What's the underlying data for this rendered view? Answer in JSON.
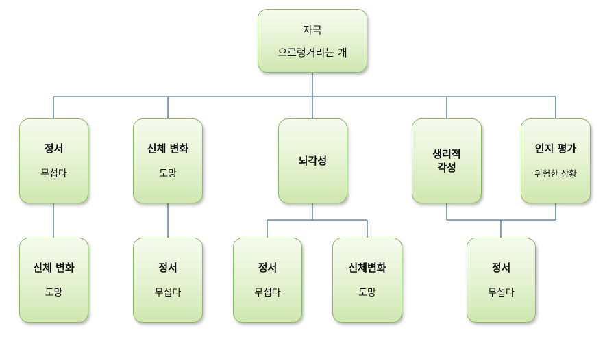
{
  "diagram": {
    "root": {
      "title": "자극",
      "subtitle": "으르렁거리는 개"
    },
    "n1": {
      "title": "정서",
      "subtitle": "무섭다"
    },
    "n2": {
      "title": "신체 변화",
      "subtitle": "도망"
    },
    "n3": {
      "title": "뇌각성"
    },
    "n4": {
      "title": "생리적\n각성"
    },
    "n5": {
      "title": "인지 평가",
      "subtitle": "위험한 상황"
    },
    "c1": {
      "title": "신체 변화",
      "subtitle": "도망"
    },
    "c2": {
      "title": "정서",
      "subtitle": "무섭다"
    },
    "c3": {
      "title": "정서",
      "subtitle": "무섭다"
    },
    "c4": {
      "title": "신체변화",
      "subtitle": "도망"
    },
    "c5": {
      "title": "정서",
      "subtitle": "무섭다"
    }
  }
}
